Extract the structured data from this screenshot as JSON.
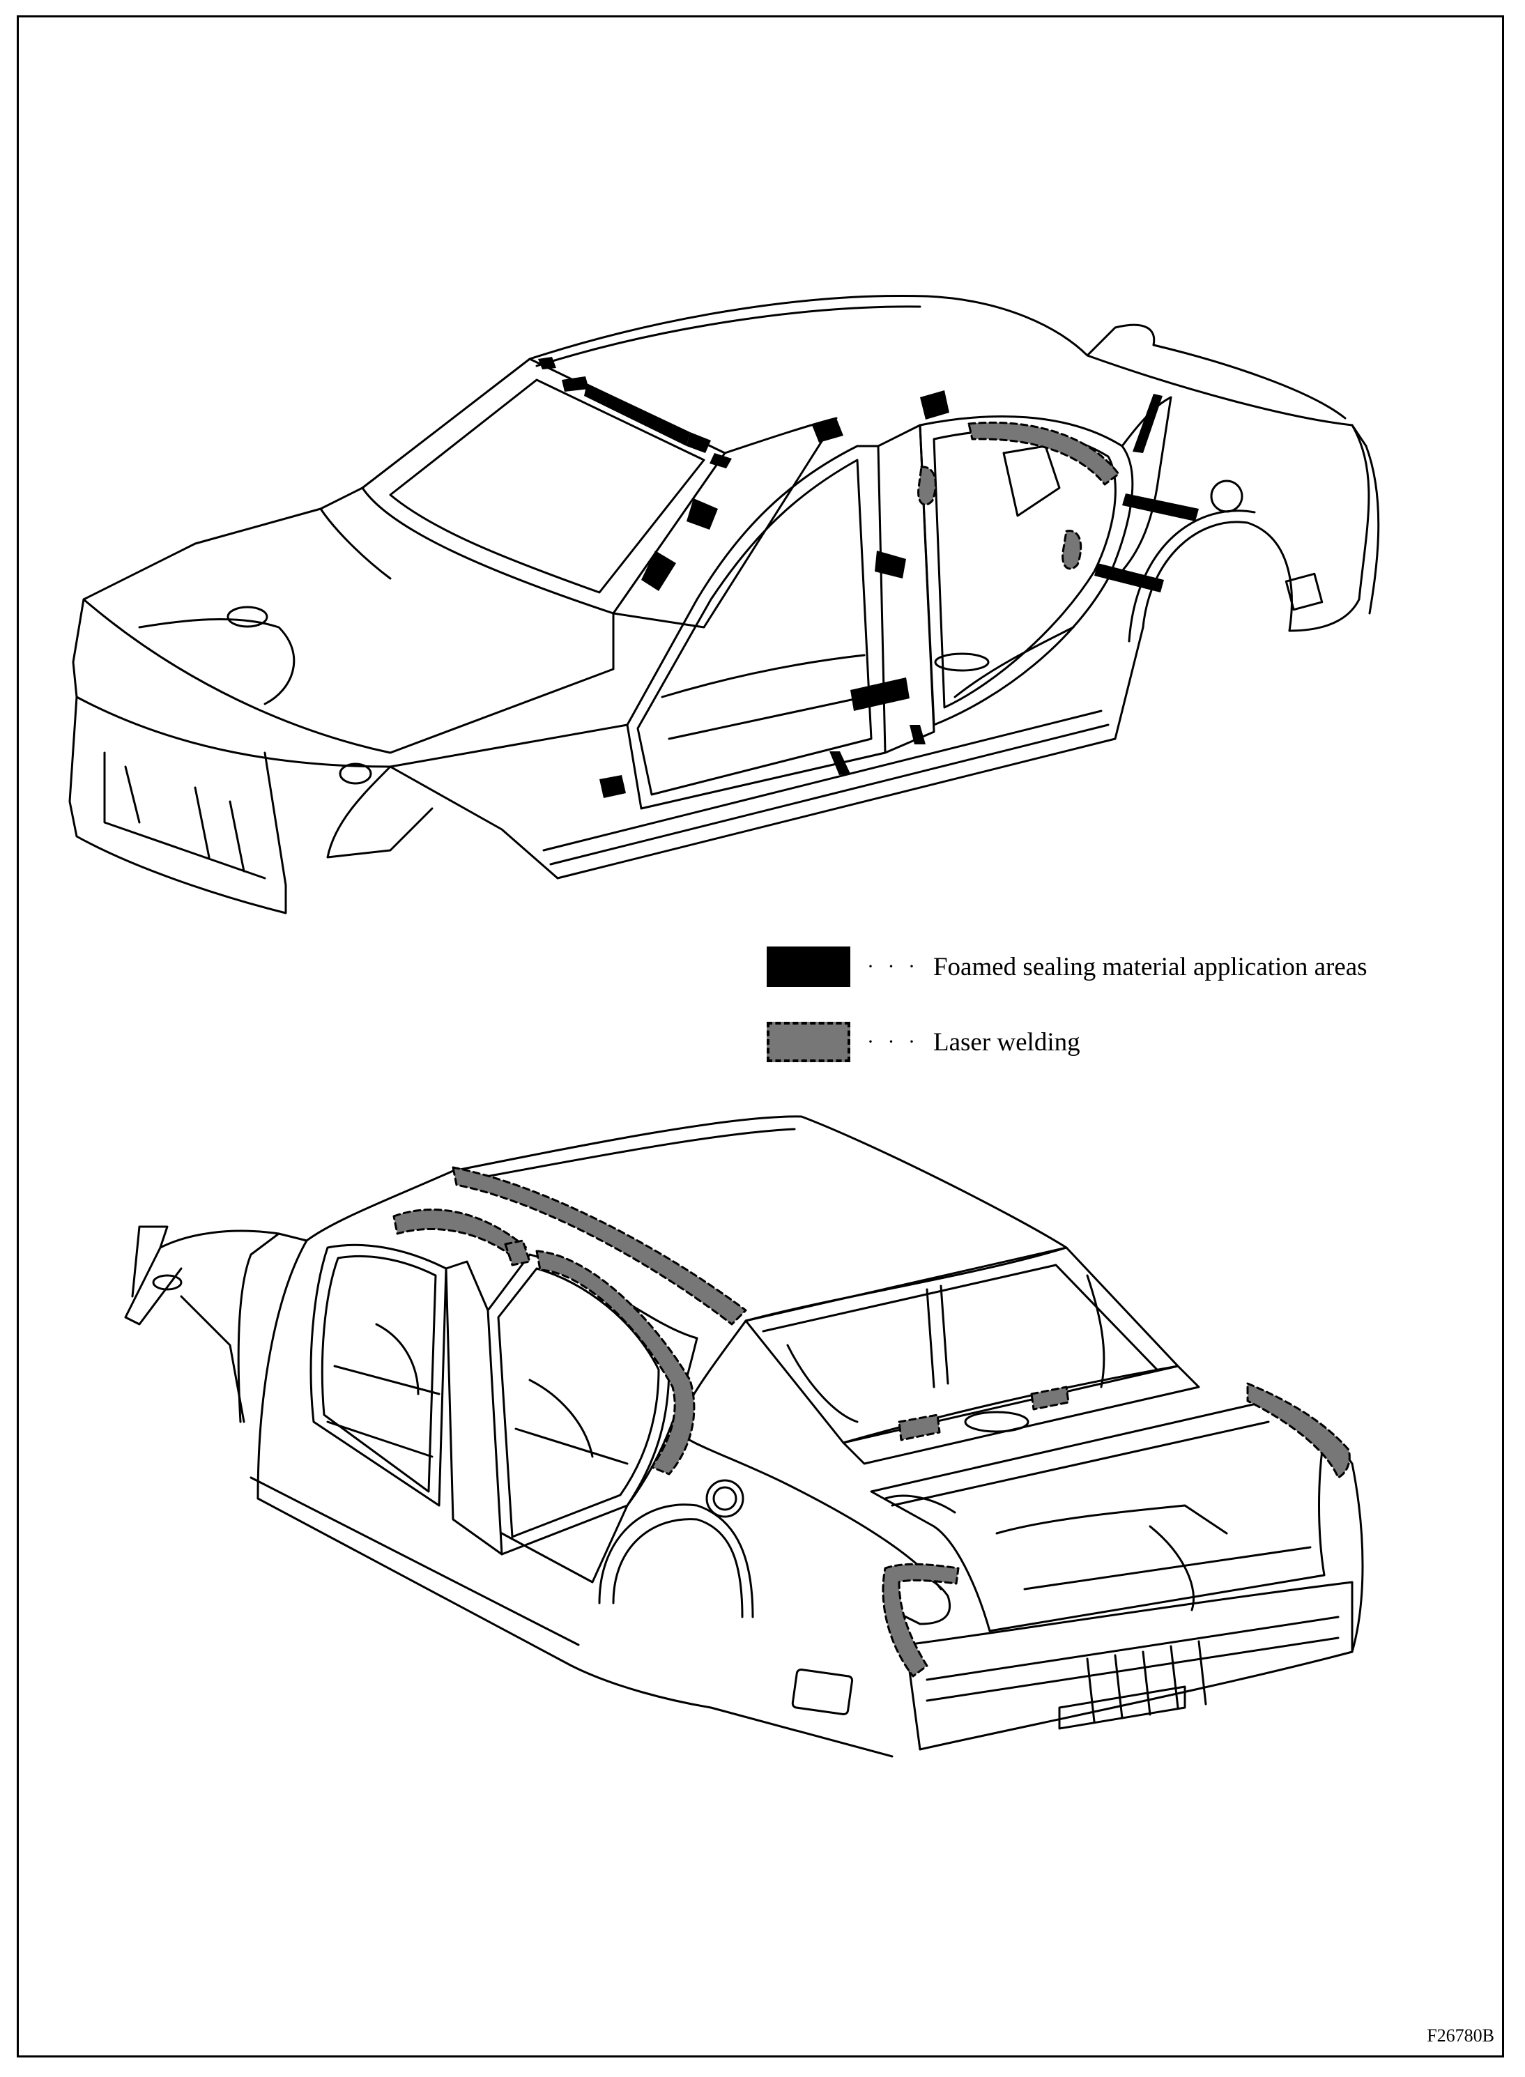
{
  "legend": {
    "foam": {
      "dots": "· · ·",
      "label": "Foamed sealing material application areas",
      "color": "#000000"
    },
    "laser": {
      "dots": "· · ·",
      "label": "Laser welding",
      "color": "#777777"
    }
  },
  "figure_code": "F26780B",
  "colors": {
    "line": "#000000",
    "laser_fill": "#777777",
    "background": "#ffffff"
  }
}
